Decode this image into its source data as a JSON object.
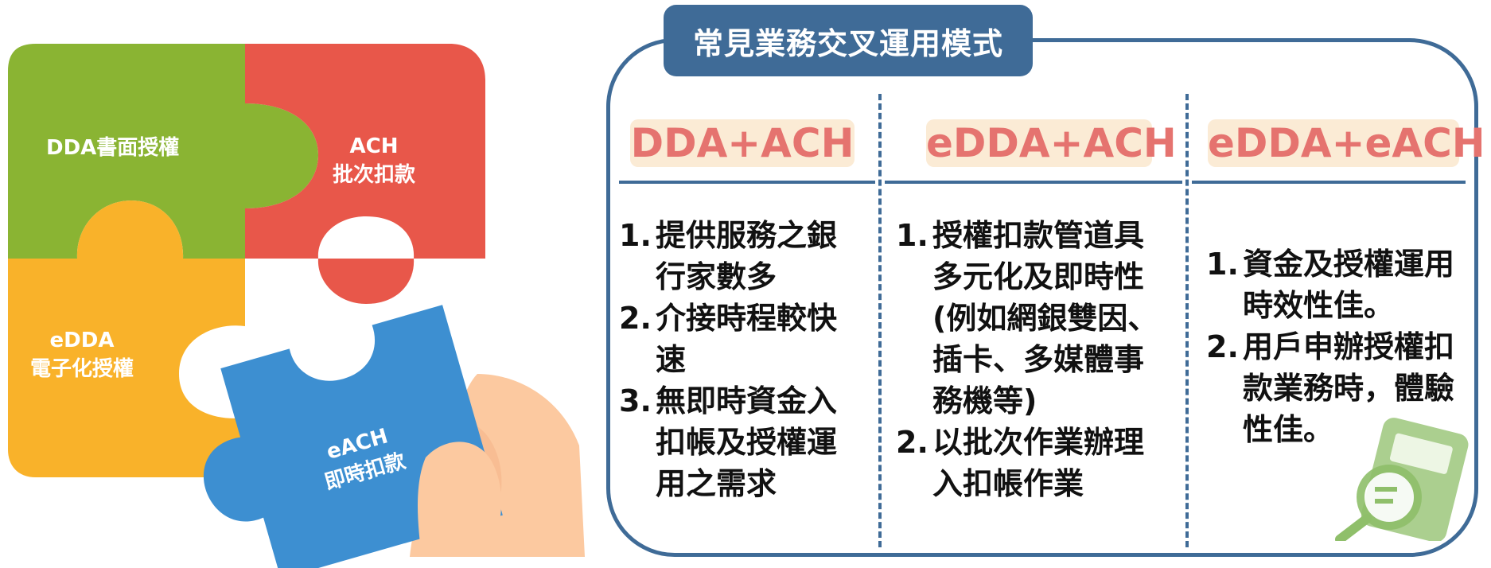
{
  "puzzle": {
    "pieces": [
      {
        "name": "dda",
        "lines": [
          "DDA書面授權"
        ],
        "color": "#8ab433"
      },
      {
        "name": "ach",
        "lines": [
          "ACH",
          "批次扣款"
        ],
        "color": "#e8574a"
      },
      {
        "name": "edda",
        "lines": [
          "eDDA",
          "電子化授權"
        ],
        "color": "#f9b22a"
      },
      {
        "name": "each",
        "lines": [
          "eACH",
          "即時扣款"
        ],
        "color": "#3d8fd1"
      }
    ],
    "hand_color": "#fcc9a0"
  },
  "panel": {
    "title": "常見業務交叉運用模式",
    "accent_color": "#3f6b97",
    "columns": [
      {
        "header": "DDA+ACH",
        "items": [
          {
            "num": "1.",
            "lines": [
              "提供服務之銀",
              "行家數多"
            ]
          },
          {
            "num": "2.",
            "lines": [
              "介接時程較快",
              "速"
            ]
          },
          {
            "num": "3.",
            "lines": [
              "無即時資金入",
              "扣帳及授權運",
              "用之需求"
            ]
          }
        ]
      },
      {
        "header": "eDDA+ACH",
        "items": [
          {
            "num": "1.",
            "lines": [
              "授權扣款管道具",
              "多元化及即時性",
              "(例如網銀雙因、",
              "插卡、多媒體事",
              "務機等)"
            ]
          },
          {
            "num": "2.",
            "lines": [
              "以批次作業辦理",
              "入扣帳作業"
            ]
          }
        ]
      },
      {
        "header": "eDDA+eACH",
        "items": [
          {
            "num": "1.",
            "lines": [
              "資金及授權運用",
              "時效性佳。"
            ]
          },
          {
            "num": "2.",
            "lines": [
              "用戶申辦授權扣",
              "款業務時，體驗",
              "性佳。"
            ]
          }
        ]
      }
    ]
  },
  "icons": {
    "calculator": "calculator-magnifier-icon",
    "calculator_color": "#8fbf6a"
  }
}
